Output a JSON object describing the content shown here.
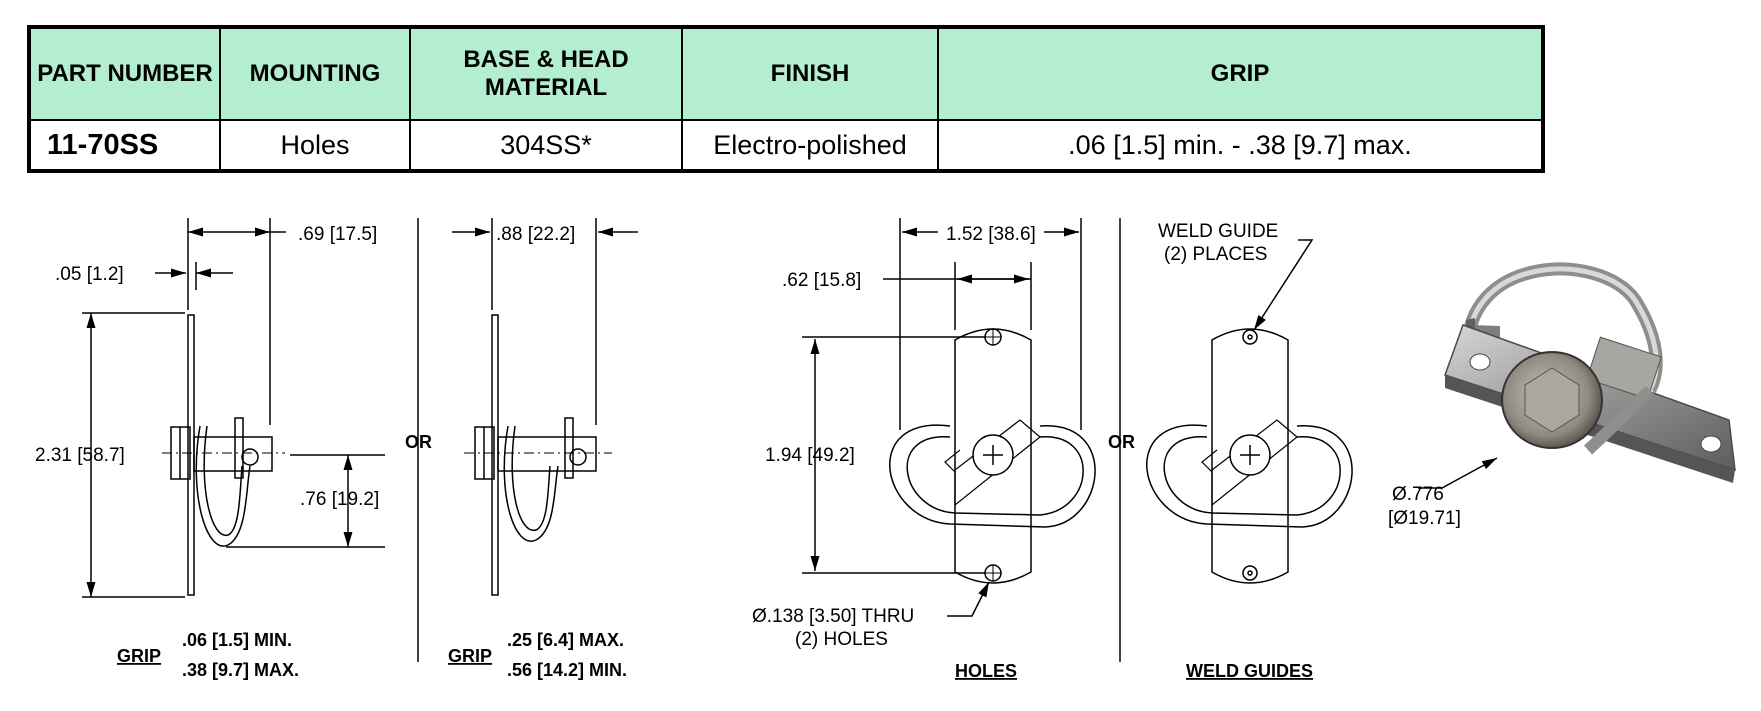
{
  "table": {
    "headers": [
      "PART NUMBER",
      "MOUNTING",
      "BASE & HEAD",
      "MATERIAL",
      "FINISH",
      "GRIP"
    ],
    "row": {
      "part_number": "11-70SS",
      "mounting": "Holes",
      "material": "304SS*",
      "finish": "Electro-polished",
      "grip": ".06 [1.5] min. - .38 [9.7] max."
    }
  },
  "side_view_min": {
    "dim_width": ".69 [17.5]",
    "dim_plate": ".05 [1.2]",
    "dim_height": "2.31 [58.7]",
    "dim_offset": ".76 [19.2]",
    "grip_label": "GRIP",
    "grip_line1": ".06 [1.5] MIN.",
    "grip_line2": ".38 [9.7] MAX."
  },
  "or_label": "OR",
  "side_view_max": {
    "dim_width": ".88 [22.2]",
    "grip_label": "GRIP",
    "grip_line1": ".25 [6.4] MAX.",
    "grip_line2": ".56 [14.2] MIN."
  },
  "holes_view": {
    "dim_width": "1.52 [38.6]",
    "dim_plate": ".62 [15.8]",
    "dim_spacing": "1.94 [49.2]",
    "hole_line1": "Ø.138 [3.50] THRU",
    "hole_line2": "(2) HOLES",
    "caption": "HOLES"
  },
  "weld_view": {
    "callout_line1": "WELD GUIDE",
    "callout_line2": "(2) PLACES",
    "caption": "WELD GUIDES"
  },
  "photo": {
    "dia_line1": "Ø.776",
    "dia_line2": "[Ø19.71]"
  }
}
